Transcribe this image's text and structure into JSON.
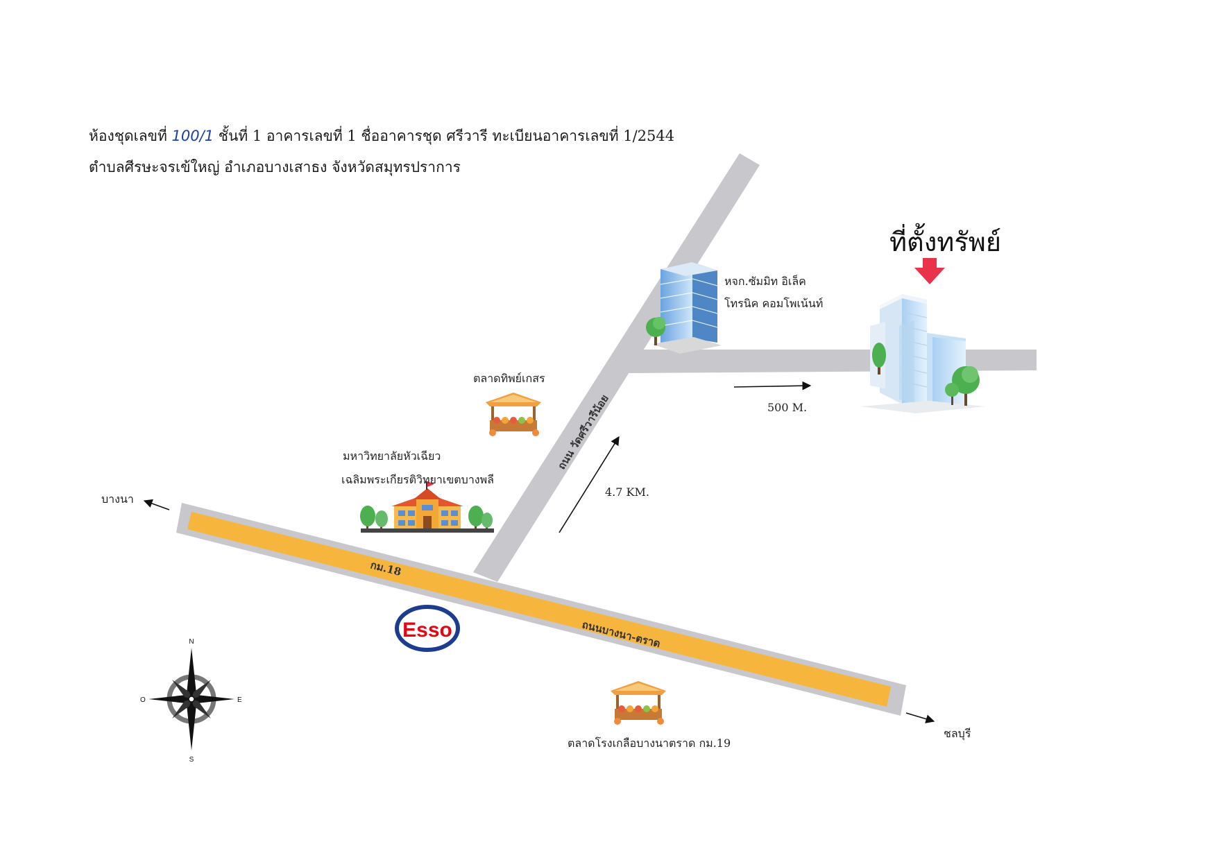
{
  "header": {
    "line1_prefix": "ห้องชุดเลขที่",
    "unit_no": "100/1",
    "line1_rest": "ชั้นที่ 1   อาคารเลขที่ 1    ชื่ออาคารชุด ศรีวารี    ทะเบียนอาคารเลขที่ 1/2544",
    "line2": "ตำบลศีรษะจรเข้ใหญ่  อำเภอบางเสาธง   จังหวัดสมุทรปราการ"
  },
  "property_label": "ที่ตั้งทรัพย์",
  "landmarks": {
    "company_line1": "หจก.ซัมมิท อิเล็ค",
    "company_line2": "โทรนิค คอมโพเน้นท์",
    "market_top": "ตลาดทิพย์เกสร",
    "university_line1": "มหาวิทยาลัยหัวเฉียว",
    "university_line2": "เฉลิมพระเกียรติวิทยาเขตบางพลี",
    "market_bottom": "ตลาดโรงเกลือบางนาตราด กม.19",
    "gas_station": "Esso"
  },
  "roads": {
    "diagonal": "ถนน วัดศรีวารีน้อย",
    "main": "ถนนบางนา-ตราด",
    "km_marker": "กม.18"
  },
  "distances": {
    "side_road": "500 M.",
    "diagonal": "4.7 KM."
  },
  "directions": {
    "west": "บางนา",
    "east": "ชลบุรี"
  },
  "compass": {
    "n": "N",
    "s": "S",
    "e": "E",
    "w": "O"
  },
  "colors": {
    "road_gray": "#c8c8cc",
    "main_road_fill": "#f6b53c",
    "marker_red": "#e8334a",
    "esso_red": "#e30613",
    "esso_blue": "#1b3c8f"
  }
}
